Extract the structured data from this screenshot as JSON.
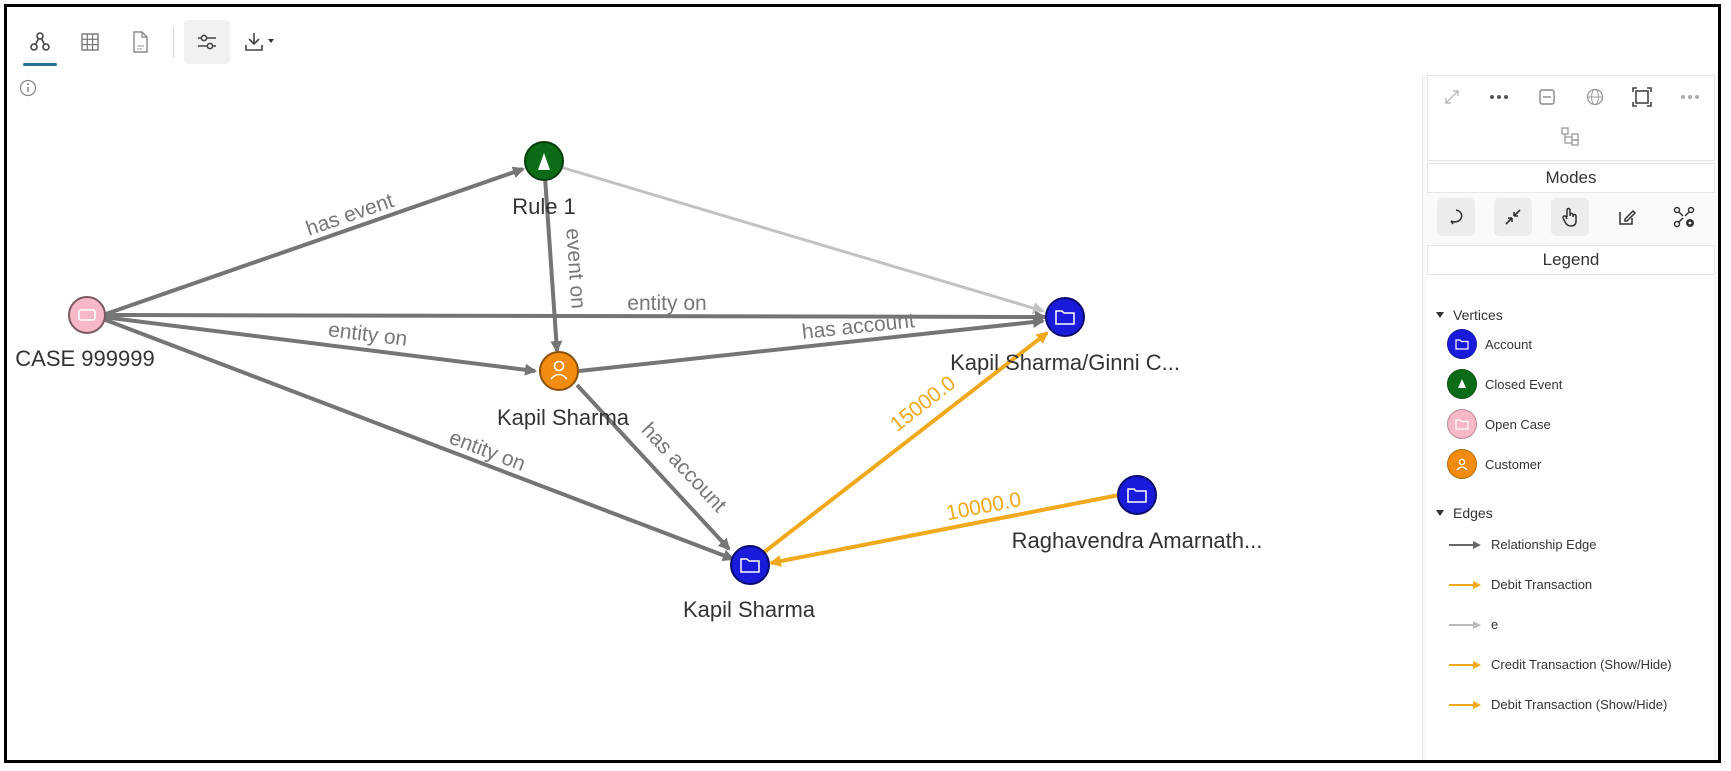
{
  "toolbar": {
    "items": [
      {
        "name": "graph-view-icon",
        "active": true
      },
      {
        "name": "table-view-icon",
        "active": false
      },
      {
        "name": "export-file-icon",
        "active": false
      },
      {
        "name": "settings-sliders-icon",
        "active": false
      },
      {
        "name": "download-icon",
        "active": false
      }
    ]
  },
  "graph": {
    "nodes": {
      "case": {
        "label": "CASE 999999",
        "type": "Open Case"
      },
      "rule": {
        "label": "Rule 1",
        "type": "Closed Event"
      },
      "customer": {
        "label": "Kapil Sharma",
        "type": "Customer"
      },
      "joint_account": {
        "label": "Kapil Sharma/Ginni C...",
        "type": "Account"
      },
      "account": {
        "label": "Kapil Sharma",
        "type": "Account"
      },
      "raghav_account": {
        "label": "Raghavendra Amarnath...",
        "type": "Account"
      }
    },
    "edge_labels": {
      "has_event": "has event",
      "event_on": "event on",
      "entity_on_top": "entity on",
      "entity_on_mid": "entity on",
      "entity_on_bottom": "entity on",
      "has_account_top": "has account",
      "has_account_bottom": "has account",
      "txn_15000": "15000.0",
      "txn_10000": "10000.0"
    }
  },
  "panel": {
    "modes_title": "Modes",
    "legend_title": "Legend",
    "vertices_header": "Vertices",
    "edges_header": "Edges",
    "vertices": [
      {
        "label": "Account",
        "color": "#1a1adb"
      },
      {
        "label": "Closed Event",
        "color": "#0b6b16"
      },
      {
        "label": "Open Case",
        "color": "#f7b8c8"
      },
      {
        "label": "Customer",
        "color": "#f28c10"
      }
    ],
    "edges": [
      {
        "label": "Relationship Edge",
        "color": "#666666"
      },
      {
        "label": "Debit Transaction",
        "color": "#f0a81c"
      },
      {
        "label": "e",
        "color": "#bbbbbb"
      },
      {
        "label": "Credit Transaction (Show/Hide)",
        "color": "#f0a81c"
      },
      {
        "label": "Debit Transaction (Show/Hide)",
        "color": "#f0a81c"
      }
    ]
  },
  "colors": {
    "relationship_edge": "#757575",
    "faint_edge": "#c2c2c2",
    "transaction_edge": "#f0a81c",
    "account": "#1a1adb",
    "closed_event": "#0b6b16",
    "open_case": "#f7b8c8",
    "customer": "#f28c10"
  }
}
